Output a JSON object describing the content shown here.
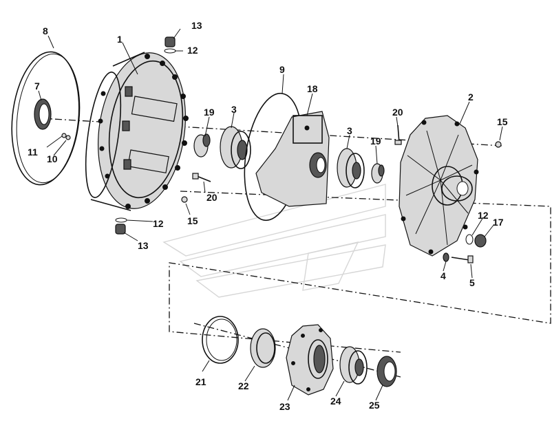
{
  "callouts": [
    {
      "id": "c1",
      "text": "1"
    },
    {
      "id": "c2",
      "text": "2"
    },
    {
      "id": "c3a",
      "text": "3"
    },
    {
      "id": "c3b",
      "text": "3"
    },
    {
      "id": "c4",
      "text": "4"
    },
    {
      "id": "c5",
      "text": "5"
    },
    {
      "id": "c7",
      "text": "7"
    },
    {
      "id": "c8",
      "text": "8"
    },
    {
      "id": "c9",
      "text": "9"
    },
    {
      "id": "c10",
      "text": "10"
    },
    {
      "id": "c11",
      "text": "11"
    },
    {
      "id": "c12a",
      "text": "12"
    },
    {
      "id": "c12b",
      "text": "12"
    },
    {
      "id": "c12c",
      "text": "12"
    },
    {
      "id": "c13a",
      "text": "13"
    },
    {
      "id": "c13b",
      "text": "13"
    },
    {
      "id": "c15a",
      "text": "15"
    },
    {
      "id": "c15b",
      "text": "15"
    },
    {
      "id": "c17",
      "text": "17"
    },
    {
      "id": "c18",
      "text": "18"
    },
    {
      "id": "c19a",
      "text": "19"
    },
    {
      "id": "c19b",
      "text": "19"
    },
    {
      "id": "c20a",
      "text": "20"
    },
    {
      "id": "c20b",
      "text": "20"
    },
    {
      "id": "c21",
      "text": "21"
    },
    {
      "id": "c22",
      "text": "22"
    },
    {
      "id": "c23",
      "text": "23"
    },
    {
      "id": "c24",
      "text": "24"
    },
    {
      "id": "c25",
      "text": "25"
    }
  ]
}
